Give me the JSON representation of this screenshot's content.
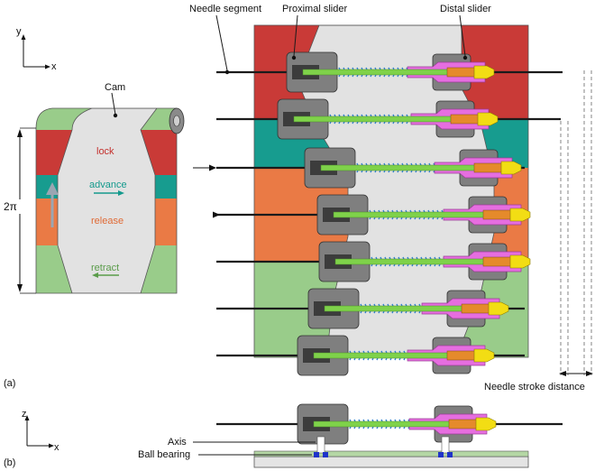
{
  "labels": {
    "needle_segment": "Needle segment",
    "proximal_slider": "Proximal slider",
    "distal_slider": "Distal slider",
    "cam": "Cam",
    "two_pi": "2π",
    "axis_y": "y",
    "axis_x": "x",
    "axis_z": "z",
    "axis_x2": "x",
    "panel_a": "(a)",
    "panel_b": "(b)",
    "stroke": "Needle stroke distance",
    "axis_part": "Axis",
    "ball_bearing": "Ball bearing"
  },
  "cam_phases": [
    {
      "key": "lock",
      "label": "lock",
      "color": "#c93a37",
      "text_color": "#c4302c"
    },
    {
      "key": "advance",
      "label": "advance",
      "color": "#179c8f",
      "text_color": "#149a8d"
    },
    {
      "key": "release",
      "label": "release",
      "color": "#ea7a45",
      "text_color": "#e06a35"
    },
    {
      "key": "retract",
      "label": "retract",
      "color": "#99cc8a",
      "text_color": "#5a9c4a"
    }
  ],
  "colors": {
    "slider_body": "#7f7f7f",
    "slider_dark": "#3c3c3c",
    "spring": "#2f7fd0",
    "pink_tube": "#e66ee0",
    "inner_tube": "#e58a2b",
    "green_rod": "#7fd24a",
    "tip": "#f2dd14",
    "bearing": "#1f33c9",
    "track": "#b5d7a5",
    "base": "#e4e4e4"
  }
}
